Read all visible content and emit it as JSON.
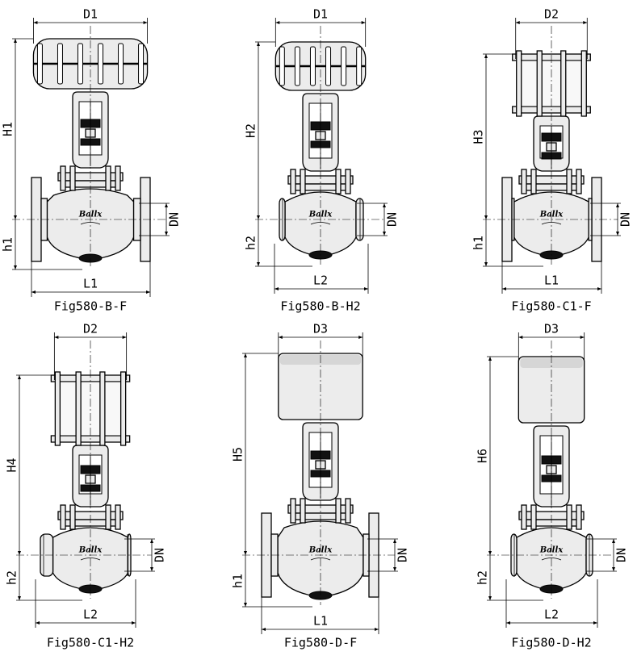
{
  "brand_mark": "Ballx",
  "figures": [
    {
      "caption": "Fig580-B-F",
      "top_dim": "D1",
      "height_dim": "H1",
      "bottom_dim": "h1",
      "length_dim": "L1",
      "bore_dim": "DN",
      "actuator": "diaphragm",
      "ends": "flanged"
    },
    {
      "caption": "Fig580-B-H2",
      "top_dim": "D1",
      "height_dim": "H2",
      "bottom_dim": "h2",
      "length_dim": "L2",
      "bore_dim": "DN",
      "actuator": "diaphragm",
      "ends": "welded"
    },
    {
      "caption": "Fig580-C1-F",
      "top_dim": "D2",
      "height_dim": "H3",
      "bottom_dim": "h1",
      "length_dim": "L1",
      "bore_dim": "DN",
      "actuator": "cylinder",
      "ends": "flanged"
    },
    {
      "caption": "Fig580-C1-H2",
      "top_dim": "D2",
      "height_dim": "H4",
      "bottom_dim": "h2",
      "length_dim": "L2",
      "bore_dim": "DN",
      "actuator": "cylinder",
      "ends": "welded"
    },
    {
      "caption": "Fig580-D-F",
      "top_dim": "D3",
      "height_dim": "H5",
      "bottom_dim": "h1",
      "length_dim": "L1",
      "bore_dim": "DN",
      "actuator": "electric",
      "ends": "flanged"
    },
    {
      "caption": "Fig580-D-H2",
      "top_dim": "D3",
      "height_dim": "H6",
      "bottom_dim": "h2",
      "length_dim": "L2",
      "bore_dim": "DN",
      "actuator": "electric",
      "ends": "welded"
    }
  ]
}
